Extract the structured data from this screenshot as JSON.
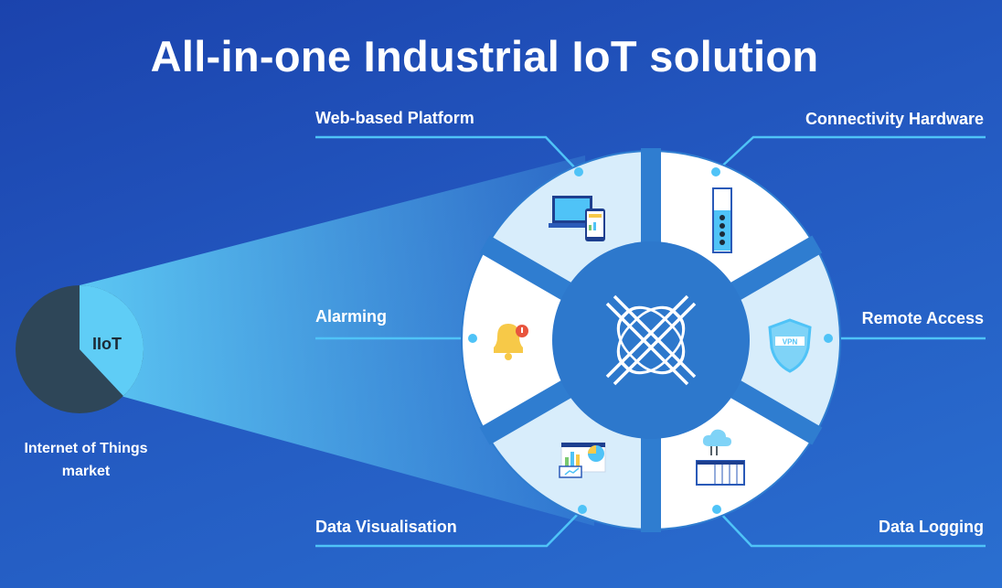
{
  "title": "All-in-one Industrial IoT solution",
  "pie": {
    "slice_label": "IIoT",
    "caption_line1": "Internet of Things",
    "caption_line2": "market",
    "iiot_fraction": 0.38,
    "colors": {
      "iiot": "#5fcdf6",
      "rest": "#2e4658"
    }
  },
  "features": [
    {
      "label": "Web-based Platform",
      "icon": "laptop-phone-icon"
    },
    {
      "label": "Connectivity Hardware",
      "icon": "router-device-icon"
    },
    {
      "label": "Alarming",
      "icon": "bell-alert-icon"
    },
    {
      "label": "Remote Access",
      "icon": "vpn-shield-icon"
    },
    {
      "label": "Data Visualisation",
      "icon": "dashboard-chart-icon"
    },
    {
      "label": "Data Logging",
      "icon": "cloud-datalogger-icon"
    }
  ],
  "center_logo": "x-logo-icon",
  "colors": {
    "accent": "#4fc3f7",
    "segment_light": "#d8edfb",
    "segment_white": "#ffffff",
    "hub": "#2d78cc"
  }
}
